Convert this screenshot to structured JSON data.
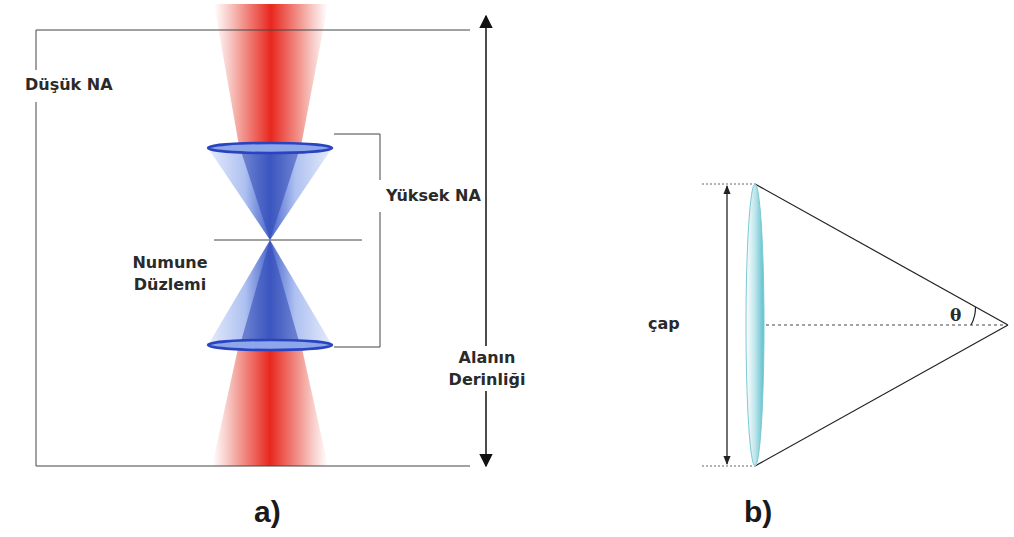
{
  "diagram": {
    "labels": [
      "Düşük NA",
      "Yüksek NA",
      "Numune Düzlemi",
      "Alanın Derinliği",
      "a)",
      "çap",
      "θ",
      "b)"
    ]
  }
}
